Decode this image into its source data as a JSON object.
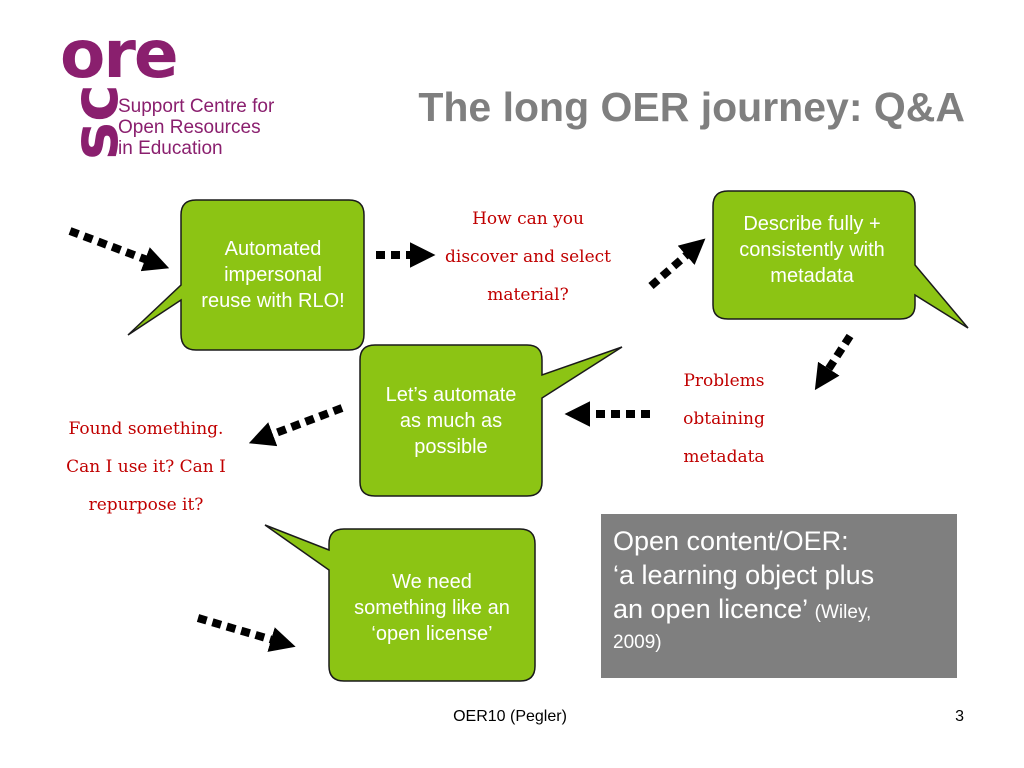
{
  "slide": {
    "title": "The long OER journey: Q&A",
    "logo": {
      "mark_top": "ore",
      "mark_side": "sc",
      "line1": "Support Centre for",
      "line2": "Open Resources",
      "line3": "in Education"
    },
    "bubbles": [
      {
        "id": "b1",
        "text": "Automated impersonal reuse with RLO!"
      },
      {
        "id": "b2",
        "text": "Describe fully + consistently with metadata"
      },
      {
        "id": "b3",
        "text": "Let’s automate as much as possible"
      },
      {
        "id": "b4",
        "text": "We need something like an ‘open license’"
      }
    ],
    "questions": [
      {
        "id": "q1",
        "lines": [
          "How can you",
          "discover and select",
          "material?"
        ]
      },
      {
        "id": "q2",
        "lines": [
          "Problems",
          "obtaining",
          "metadata"
        ]
      },
      {
        "id": "q3",
        "lines": [
          "Found something.",
          "Can I use it? Can I",
          "repurpose it?"
        ]
      }
    ],
    "quote": {
      "line1": "Open content/OER:",
      "line2": "‘a learning object plus",
      "line3": "an open licence’",
      "citation": "(Wiley,",
      "year": "2009)"
    },
    "footer": {
      "center": "OER10 (Pegler)",
      "page": "3"
    },
    "colors": {
      "bubble_fill": "#8cc414",
      "bubble_stroke": "#1a1a1a",
      "question_text": "#c00000",
      "title_text": "#7f7f7f",
      "quote_fill": "#7f7f7f",
      "brand": "#8a1f6e"
    }
  }
}
